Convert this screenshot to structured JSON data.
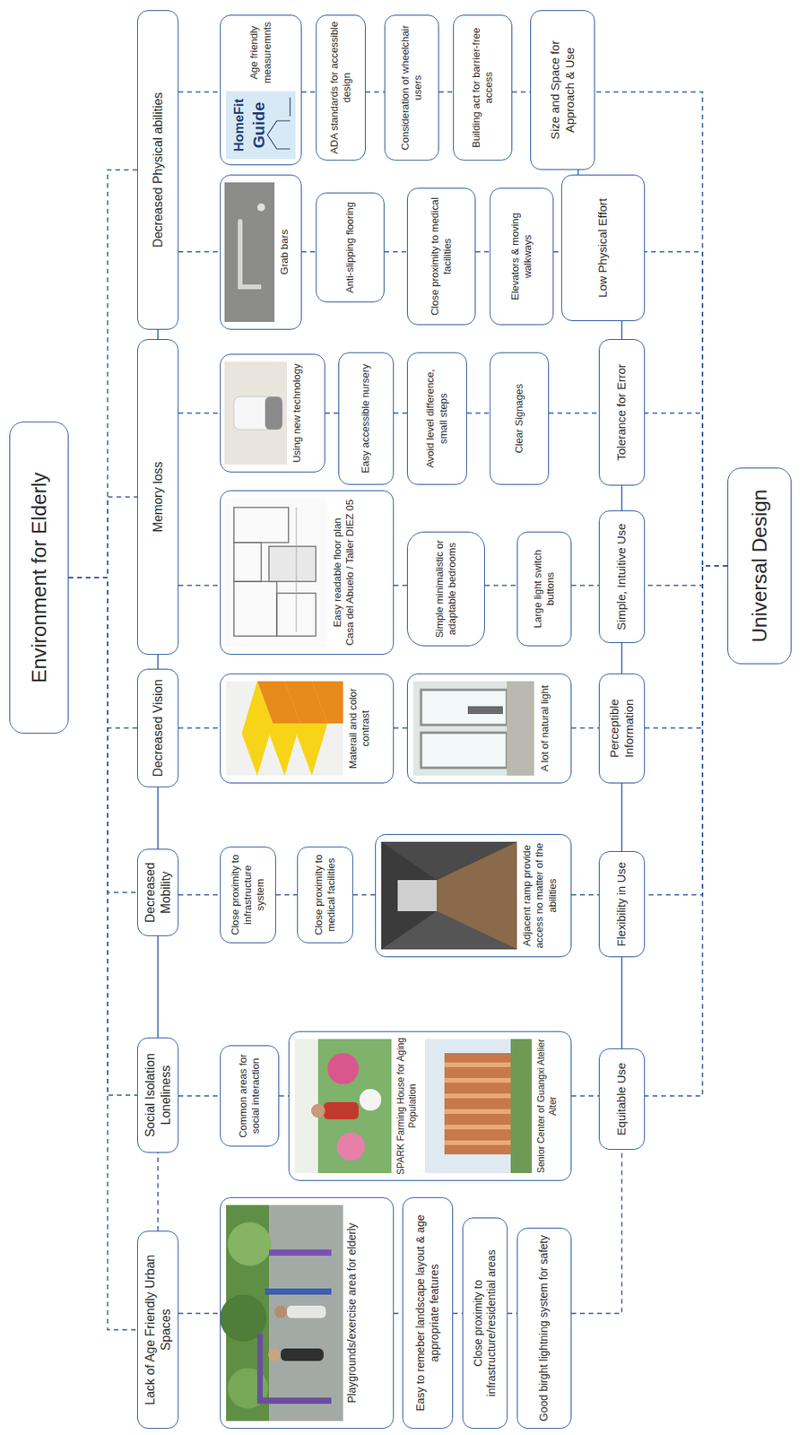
{
  "diagram": {
    "nodes": [
      {
        "text": [
          "Environment for Elderly"
        ]
      },
      {
        "text": [
          "Lack of Age Friendly Urban Spaces"
        ]
      },
      {
        "text": [
          "Social Isolation Loneliness"
        ]
      },
      {
        "text": [
          "Decreased Mobility"
        ]
      },
      {
        "text": [
          "Decreased Vision"
        ]
      },
      {
        "text": [
          "Memory loss"
        ]
      },
      {
        "text": [
          "Decreased Physical abilities"
        ]
      },
      {
        "text": [
          "Playgrounds/exercise area for elderly"
        ]
      },
      {
        "text": [
          "Easy to remeber landscape layout & age appropriate features"
        ]
      },
      {
        "text": [
          "Close proximity to infrastructure/residential areas"
        ]
      },
      {
        "text": [
          "Good birght lightning system for safety"
        ]
      },
      {
        "text": [
          "Common areas for social interaction"
        ]
      },
      {
        "text": [
          "SPARK Farming House for Aging Population",
          "Senior Center of Guangxi Atelier Alter"
        ]
      },
      {
        "text": [
          "Close proximity to infrastructure system"
        ]
      },
      {
        "text": [
          "Close proximity to medical facilities"
        ]
      },
      {
        "text": [
          "Adjacent ramp provide access no matter of the abilities"
        ]
      },
      {
        "text": [
          "Materail and color contrast"
        ]
      },
      {
        "text": [
          "A lot of natural light"
        ]
      },
      {
        "text": [
          "Easy readable floor plan",
          "Casa del Abuelo / Taller DIEZ 05"
        ]
      },
      {
        "text": [
          "Simple minimalistic or adaptable bedrooms"
        ]
      },
      {
        "text": [
          "Large light switch buttons"
        ]
      },
      {
        "text": [
          "Using new technology"
        ]
      },
      {
        "text": [
          "Easy accessible nursery"
        ]
      },
      {
        "text": [
          "Avoid level difference, small steps"
        ]
      },
      {
        "text": [
          "Clear Signages"
        ]
      },
      {
        "text": [
          "Grab bars"
        ]
      },
      {
        "text": [
          "Anti-slipping flooring"
        ]
      },
      {
        "text": [
          "Close proximity to medical facilities"
        ]
      },
      {
        "text": [
          "Elevators & moving walkways"
        ]
      },
      {
        "text": [
          "Age friendly measuremnts"
        ]
      },
      {
        "text": [
          "ADA standards for accessible design"
        ]
      },
      {
        "text": [
          "Consideration of wheelchair users"
        ]
      },
      {
        "text": [
          "Building act for barrier-free access"
        ]
      },
      {
        "text": [
          "Equitable Use"
        ]
      },
      {
        "text": [
          "Flexibility in Use"
        ]
      },
      {
        "text": [
          "Perceptible Information"
        ]
      },
      {
        "text": [
          "Simple, Intuitive Use"
        ]
      },
      {
        "text": [
          "Tolerance for Error"
        ]
      },
      {
        "text": [
          "Low Physical Effort"
        ]
      },
      {
        "text": [
          "Size and Space for Approach & Use"
        ]
      },
      {
        "text": [
          "Universal Design"
        ]
      }
    ],
    "edges": [
      {
        "from": 0,
        "to": 1,
        "arrow": "none"
      },
      {
        "from": 0,
        "to": 2,
        "arrow": "none"
      },
      {
        "from": 0,
        "to": 3,
        "arrow": "none"
      },
      {
        "from": 0,
        "to": 4,
        "arrow": "none"
      },
      {
        "from": 0,
        "to": 5,
        "arrow": "none"
      },
      {
        "from": 0,
        "to": 6,
        "arrow": "none"
      },
      {
        "from": 1,
        "to": 2,
        "arrow": "none"
      },
      {
        "from": 2,
        "to": 3,
        "arrow": "none"
      },
      {
        "from": 3,
        "to": 4,
        "arrow": "none"
      },
      {
        "from": 4,
        "to": 5,
        "arrow": "none"
      },
      {
        "from": 5,
        "to": 6,
        "arrow": "none"
      },
      {
        "from": 1,
        "to": 7,
        "arrow": "none"
      },
      {
        "from": 7,
        "to": 8,
        "arrow": "none"
      },
      {
        "from": 8,
        "to": 9,
        "arrow": "none"
      },
      {
        "from": 9,
        "to": 10,
        "arrow": "none"
      },
      {
        "from": 10,
        "to": 33,
        "arrow": "none"
      },
      {
        "from": 2,
        "to": 11,
        "arrow": "none"
      },
      {
        "from": 11,
        "to": 12,
        "arrow": "none"
      },
      {
        "from": 12,
        "to": 33,
        "arrow": "none"
      },
      {
        "from": 3,
        "to": 13,
        "arrow": "none"
      },
      {
        "from": 13,
        "to": 14,
        "arrow": "none"
      },
      {
        "from": 14,
        "to": 15,
        "arrow": "none"
      },
      {
        "from": 15,
        "to": 34,
        "arrow": "none"
      },
      {
        "from": 4,
        "to": 16,
        "arrow": "none"
      },
      {
        "from": 16,
        "to": 17,
        "arrow": "none"
      },
      {
        "from": 17,
        "to": 35,
        "arrow": "none"
      },
      {
        "from": 5,
        "to": 18,
        "arrow": "none"
      },
      {
        "from": 18,
        "to": 19,
        "arrow": "none"
      },
      {
        "from": 19,
        "to": 20,
        "arrow": "none"
      },
      {
        "from": 20,
        "to": 36,
        "arrow": "none"
      },
      {
        "from": 5,
        "to": 21,
        "arrow": "none"
      },
      {
        "from": 21,
        "to": 22,
        "arrow": "none"
      },
      {
        "from": 22,
        "to": 23,
        "arrow": "none"
      },
      {
        "from": 23,
        "to": 24,
        "arrow": "none"
      },
      {
        "from": 24,
        "to": 37,
        "arrow": "none"
      },
      {
        "from": 6,
        "to": 25,
        "arrow": "none"
      },
      {
        "from": 25,
        "to": 26,
        "arrow": "none"
      },
      {
        "from": 26,
        "to": 27,
        "arrow": "none"
      },
      {
        "from": 27,
        "to": 28,
        "arrow": "none"
      },
      {
        "from": 28,
        "to": 38,
        "arrow": "none"
      },
      {
        "from": 6,
        "to": 29,
        "arrow": "none"
      },
      {
        "from": 29,
        "to": 30,
        "arrow": "none"
      },
      {
        "from": 30,
        "to": 31,
        "arrow": "none"
      },
      {
        "from": 31,
        "to": 32,
        "arrow": "none"
      },
      {
        "from": 32,
        "to": 39,
        "arrow": "none"
      },
      {
        "from": 33,
        "to": 34,
        "arrow": "none"
      },
      {
        "from": 34,
        "to": 35,
        "arrow": "none"
      },
      {
        "from": 35,
        "to": 36,
        "arrow": "none"
      },
      {
        "from": 36,
        "to": 37,
        "arrow": "none"
      },
      {
        "from": 37,
        "to": 38,
        "arrow": "none"
      },
      {
        "from": 38,
        "to": 39,
        "arrow": "none"
      },
      {
        "from": 40,
        "to": 33,
        "arrow": "none"
      },
      {
        "from": 40,
        "to": 34,
        "arrow": "none"
      },
      {
        "from": 40,
        "to": 35,
        "arrow": "none"
      },
      {
        "from": 40,
        "to": 36,
        "arrow": "none"
      },
      {
        "from": 40,
        "to": 37,
        "arrow": "none"
      },
      {
        "from": 40,
        "to": 38,
        "arrow": "none"
      },
      {
        "from": 40,
        "to": 39,
        "arrow": "none"
      }
    ],
    "labels": [
      "HomeFit",
      "Guide"
    ]
  }
}
